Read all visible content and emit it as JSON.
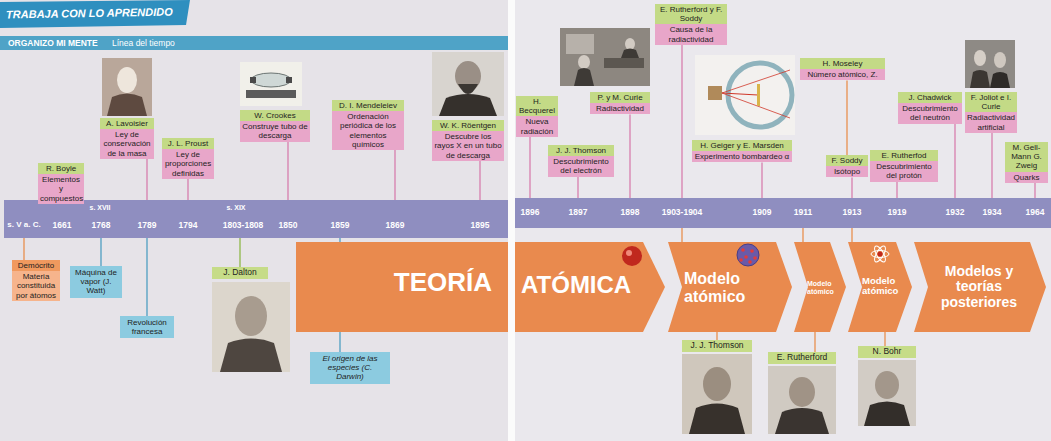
{
  "diagram": {
    "title": "TRABAJA CON LO APRENDIDO",
    "nodes": [
      {
        "text": [
          "Demócrito",
          "Materia constituida por átomos"
        ]
      },
      {
        "text": [
          "R. Boyle",
          "Elementos y compuestos"
        ]
      },
      {
        "text": [
          "Máquina de vapor (J. Watt)"
        ]
      },
      {
        "text": [
          "A. Lavoisier",
          "Ley de conservación de la masa"
        ]
      },
      {
        "text": [
          "Revolución francesa"
        ]
      },
      {
        "text": [
          "J. L. Proust",
          "Ley de proporciones definidas"
        ]
      },
      {
        "text": [
          "J. Dalton"
        ]
      },
      {
        "text": [
          "W. Crookes",
          "Construye tubo de descarga"
        ]
      },
      {
        "text": [
          "El origen de las especies (C. Darwin)"
        ]
      },
      {
        "text": [
          "D. I. Mendeleiev",
          "Ordenación periódica de los elementos químicos"
        ]
      },
      {
        "text": [
          "W. K. Röentgen",
          "Descubre los rayos X en un tubo de descarga"
        ]
      },
      {
        "text": [
          "TEORÍA"
        ]
      },
      {
        "text": [
          "H. Becquerel",
          "Nueva radiación"
        ]
      },
      {
        "text": [
          "J. J. Thomson",
          "Descubrimiento del electrón"
        ]
      },
      {
        "text": [
          "P. y M. Curie",
          "Radiactividad"
        ]
      },
      {
        "text": [
          "E. Rutherford y F. Soddy",
          "Causa de la radiactividad"
        ]
      },
      {
        "text": [
          "H. Geiger y E. Marsden",
          "Experimento bombardeo α"
        ]
      },
      {
        "text": [
          "H. Moseley",
          "Número atómico, Z."
        ]
      },
      {
        "text": [
          "F. Soddy",
          "Isótopo"
        ]
      },
      {
        "text": [
          "E. Rutherfod",
          "Descubrimiento del protón"
        ]
      },
      {
        "text": [
          "J. Chadwick",
          "Descubrimiento del neutrón"
        ]
      },
      {
        "text": [
          "F. Joliot e I. Curie",
          "Radiactividad artificial"
        ]
      },
      {
        "text": [
          "M. Gell-Mann G. Zweig",
          "Quarks"
        ]
      },
      {
        "text": [
          "ATÓMICA"
        ]
      },
      {
        "text": [
          "Modelo atómico"
        ]
      },
      {
        "text": [
          "Modelo atómico"
        ]
      },
      {
        "text": [
          "Modelo atómico"
        ]
      },
      {
        "text": [
          "Modelos y teorías posteriores"
        ]
      },
      {
        "text": [
          "J. J. Thomson"
        ]
      },
      {
        "text": [
          "E. Rutherford"
        ]
      },
      {
        "text": [
          "N. Bohr"
        ]
      }
    ],
    "edges": [
      {
        "from": 17,
        "to": 18,
        "arrow": "none"
      },
      {
        "from": 24,
        "to": 28,
        "arrow": "none"
      },
      {
        "from": 25,
        "to": 29,
        "arrow": "none"
      },
      {
        "from": 26,
        "to": 30,
        "arrow": "none"
      }
    ],
    "labels": [
      "ORGANIZO MI MENTE",
      "Línea del tiempo",
      "s. V a. C.",
      "1661",
      "s. XVII",
      "1768",
      "1789",
      "1794",
      "s. XIX",
      "1803-1808",
      "1850",
      "1859",
      "1869",
      "1895",
      "1896",
      "1897",
      "1898",
      "1903-1904",
      "1909",
      "1911",
      "1913",
      "1919",
      "1932",
      "1934",
      "1964"
    ]
  }
}
